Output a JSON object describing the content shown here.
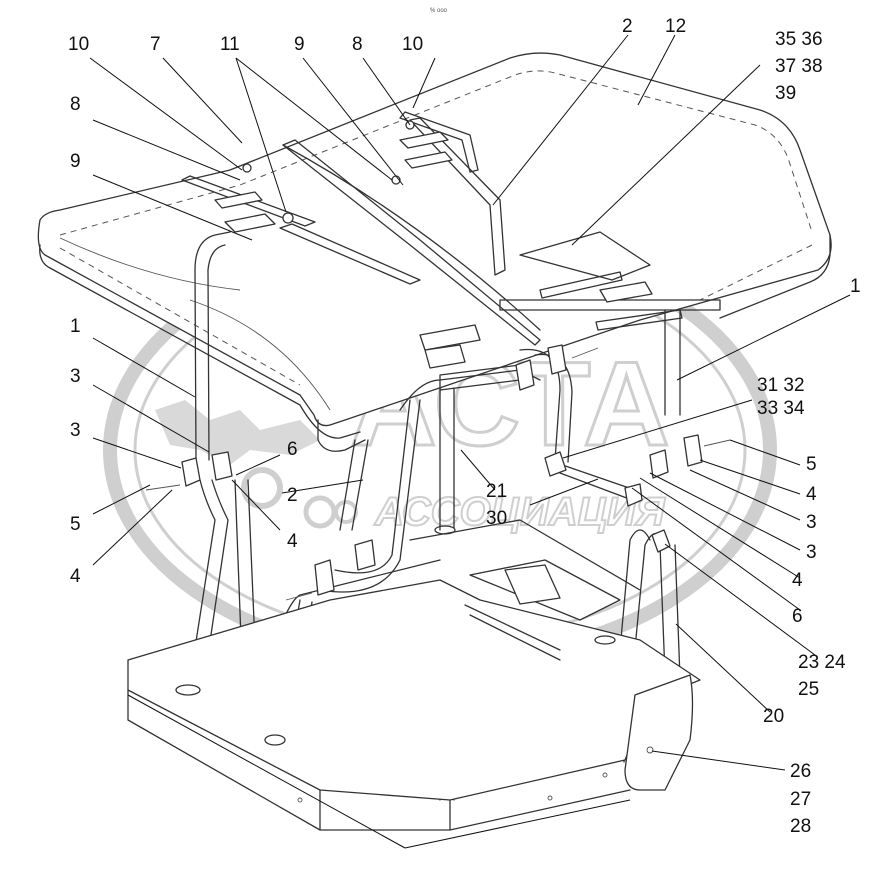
{
  "header_mark": "% ooo",
  "watermark": {
    "big": "АСТА",
    "small": "АССОЦИАЦИЯ"
  },
  "callouts": [
    {
      "id": "c10a",
      "text": "10"
    },
    {
      "id": "c7",
      "text": "7"
    },
    {
      "id": "c11",
      "text": "11"
    },
    {
      "id": "c9a",
      "text": "9"
    },
    {
      "id": "c8a",
      "text": "8"
    },
    {
      "id": "c10b",
      "text": "10"
    },
    {
      "id": "c2a",
      "text": "2"
    },
    {
      "id": "c12",
      "text": "12"
    },
    {
      "id": "c3536",
      "text": "35  36"
    },
    {
      "id": "c3738",
      "text": "37  38"
    },
    {
      "id": "c39",
      "text": "39"
    },
    {
      "id": "c8b",
      "text": "8"
    },
    {
      "id": "c9b",
      "text": "9"
    },
    {
      "id": "c1a",
      "text": "1"
    },
    {
      "id": "c1b",
      "text": "1"
    },
    {
      "id": "c3a",
      "text": "3"
    },
    {
      "id": "c3b",
      "text": "3"
    },
    {
      "id": "c3132",
      "text": "31  32"
    },
    {
      "id": "c3334",
      "text": "33  34"
    },
    {
      "id": "c6a",
      "text": "6"
    },
    {
      "id": "c5a",
      "text": "5"
    },
    {
      "id": "c2b",
      "text": "2"
    },
    {
      "id": "c21",
      "text": "21"
    },
    {
      "id": "c30",
      "text": "30"
    },
    {
      "id": "c4a",
      "text": "4"
    },
    {
      "id": "c4b",
      "text": "4"
    },
    {
      "id": "c5b",
      "text": "5"
    },
    {
      "id": "c4c",
      "text": "4"
    },
    {
      "id": "c3c",
      "text": "3"
    },
    {
      "id": "c3d",
      "text": "3"
    },
    {
      "id": "c4d",
      "text": "4"
    },
    {
      "id": "c6b",
      "text": "6"
    },
    {
      "id": "c2324",
      "text": "23  24"
    },
    {
      "id": "c25",
      "text": "25"
    },
    {
      "id": "c20",
      "text": "20"
    },
    {
      "id": "c26",
      "text": "26"
    },
    {
      "id": "c27",
      "text": "27"
    },
    {
      "id": "c28",
      "text": "28"
    }
  ]
}
